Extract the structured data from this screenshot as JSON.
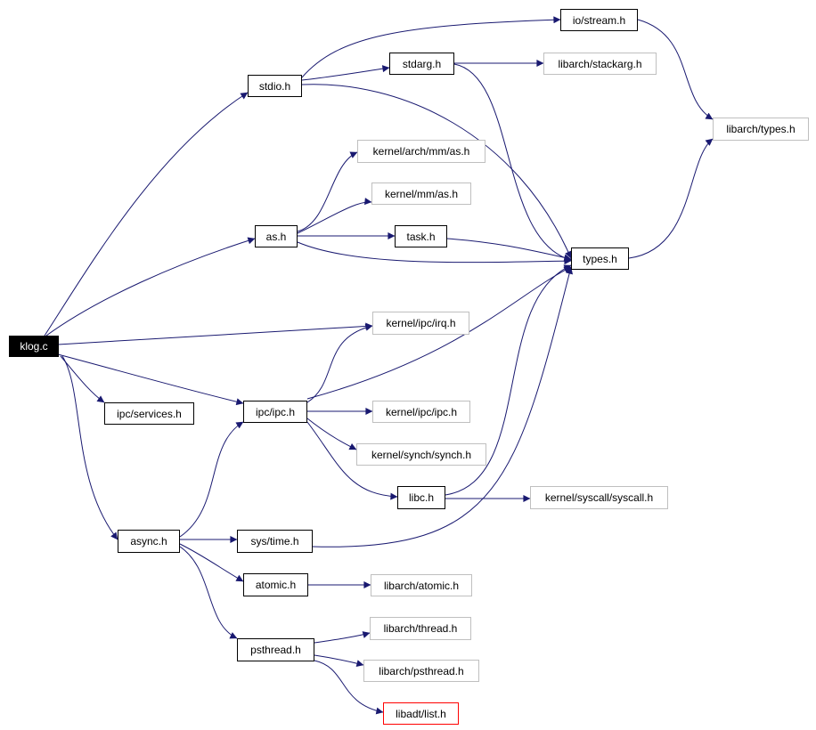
{
  "graph": {
    "edge_color": "#191970",
    "nodes": {
      "klog": "klog.c",
      "stdio": "stdio.h",
      "io_stream": "io/stream.h",
      "stdarg": "stdarg.h",
      "libarch_stackarg": "libarch/stackarg.h",
      "libarch_types": "libarch/types.h",
      "kernel_arch_mm_as": "kernel/arch/mm/as.h",
      "kernel_mm_as": "kernel/mm/as.h",
      "as": "as.h",
      "task": "task.h",
      "types": "types.h",
      "kernel_ipc_irq": "kernel/ipc/irq.h",
      "ipc_services": "ipc/services.h",
      "ipc_ipc": "ipc/ipc.h",
      "kernel_ipc_ipc": "kernel/ipc/ipc.h",
      "kernel_synch_synch": "kernel/synch/synch.h",
      "libc": "libc.h",
      "kernel_syscall_syscall": "kernel/syscall/syscall.h",
      "async": "async.h",
      "sys_time": "sys/time.h",
      "atomic": "atomic.h",
      "libarch_atomic": "libarch/atomic.h",
      "psthread": "psthread.h",
      "libarch_thread": "libarch/thread.h",
      "libarch_psthread": "libarch/psthread.h",
      "libadt_list": "libadt/list.h"
    }
  }
}
